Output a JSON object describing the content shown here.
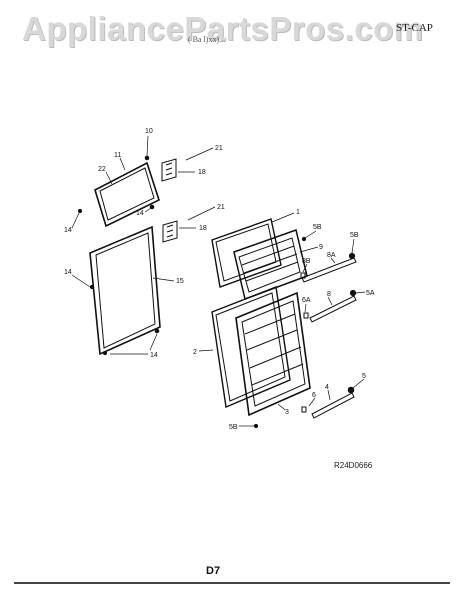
{
  "header": {
    "watermark": "AppliancePartsPros.com",
    "model": "ST-CAP",
    "subtitle": "( Ba l)xx)..."
  },
  "diagram": {
    "callouts": [
      "10",
      "11",
      "22",
      "21",
      "18",
      "14",
      "14",
      "21",
      "18",
      "1",
      "9",
      "5B",
      "5B",
      "8B",
      "8A",
      "14",
      "15",
      "6A",
      "8",
      "5A",
      "2",
      "14",
      "5",
      "6",
      "4",
      "3",
      "5B"
    ],
    "reference_code": "R24D0666"
  },
  "footer": {
    "page_code": "D7"
  }
}
